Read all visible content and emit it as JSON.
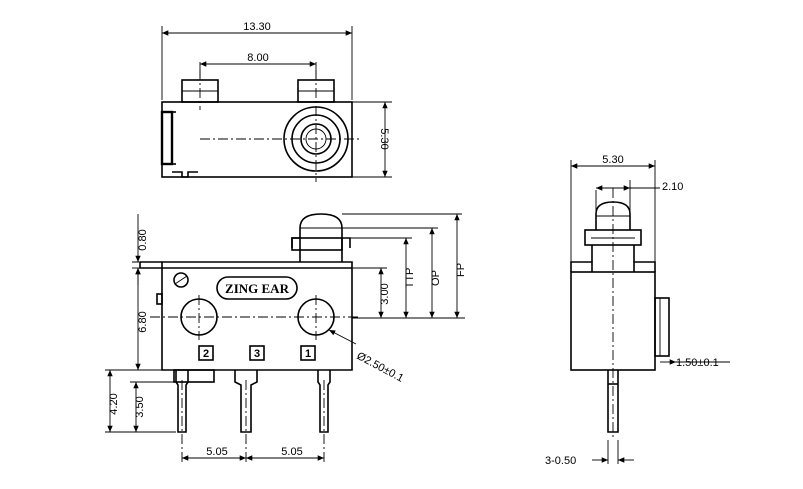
{
  "brand": "ZING EAR",
  "pins": {
    "p2": "2",
    "p3": "3",
    "p1": "1"
  },
  "dims": {
    "top_width": "13.30",
    "top_spacing": "8.00",
    "top_height": "5.30",
    "front_080": "0.80",
    "front_680": "6.80",
    "front_420": "4.20",
    "front_350": "3.50",
    "front_300": "3.00",
    "ttp": "TTP",
    "op": "OP",
    "fp": "FP",
    "hole": "Ø2.50±0.1",
    "pitch_left": "5.05",
    "pitch_right": "5.05",
    "side_width": "5.30",
    "side_210": "2.10",
    "side_150": "1.50±0.1",
    "side_pin": "3-0.50"
  }
}
